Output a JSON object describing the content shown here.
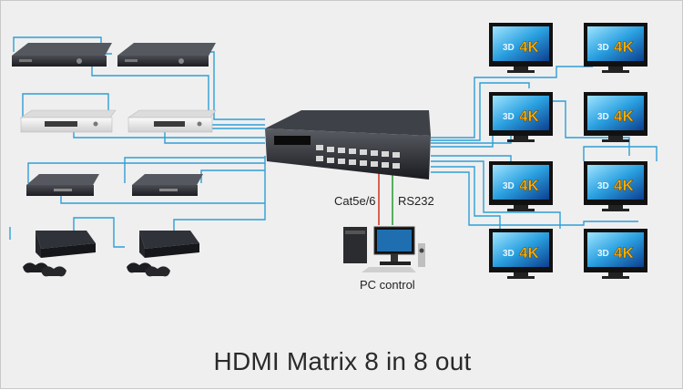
{
  "labels": {
    "cat": "Cat5e/6",
    "rs232": "RS232",
    "pc": "PC control",
    "tv_badge_3d": "3D",
    "tv_badge_4k": "4K"
  },
  "title": "HDMI Matrix 8 in 8 out",
  "sources": [
    "blu-ray-player",
    "blu-ray-player",
    "dvd-player",
    "dvd-player",
    "blu-ray-player",
    "blu-ray-player",
    "game-console",
    "game-console"
  ],
  "displays": [
    "tv",
    "tv",
    "tv",
    "tv",
    "tv",
    "tv",
    "tv",
    "tv"
  ],
  "colors": {
    "hdmi_line": "#2f9fd6",
    "cat_line": "#d23c2c",
    "rs232_line": "#2e9e3a",
    "background": "#efefef",
    "device_dark": "#2b2d31",
    "device_silver": "#e4e4e4"
  }
}
